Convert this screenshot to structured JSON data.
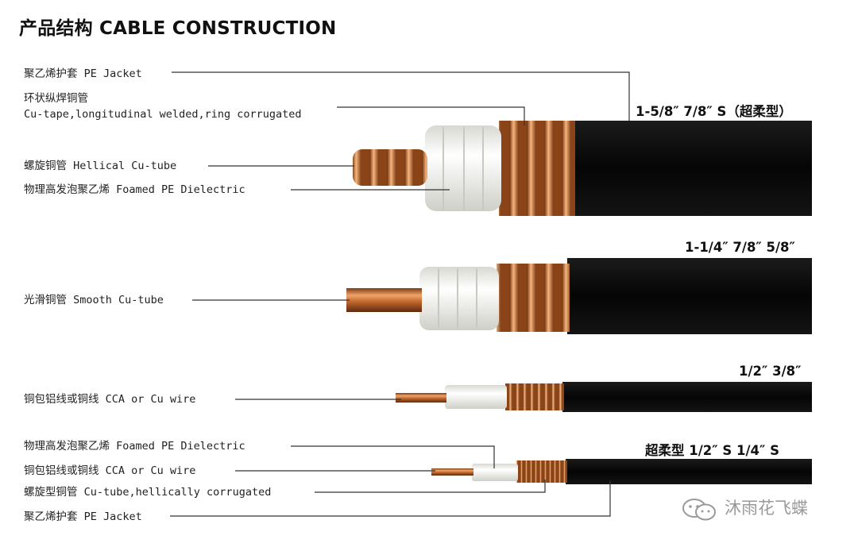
{
  "title": "产品结构 CABLE CONSTRUCTION",
  "labels": [
    "聚乙烯护套 PE Jacket",
    "环状纵焊铜管",
    "Cu-tape,longitudinal welded,ring corrugated",
    "螺旋铜管 Hellical Cu-tube",
    "物理高发泡聚乙烯 Foamed PE Dielectric",
    "光滑铜管 Smooth Cu-tube",
    "铜包铝线或铜线 CCA or Cu wire",
    "物理高发泡聚乙烯 Foamed PE Dielectric",
    "铜包铝线或铜线 CCA or Cu wire",
    "螺旋型铜管 Cu-tube,hellically corrugated",
    "聚乙烯护套 PE Jacket"
  ],
  "sizes": [
    "1-5/8″ 7/8″ S（超柔型）",
    "1-1/4″ 7/8″ 5/8″",
    "1/2″ 3/8″",
    "超柔型 1/2″ S  1/4″ S"
  ],
  "watermark": "沐雨花飞蝶",
  "colors": {
    "copper": "#c8733a",
    "jacket": "#080808",
    "dielectric": "#f4f4f0",
    "leader": "#333333",
    "watermark": "#9a9a9a"
  }
}
